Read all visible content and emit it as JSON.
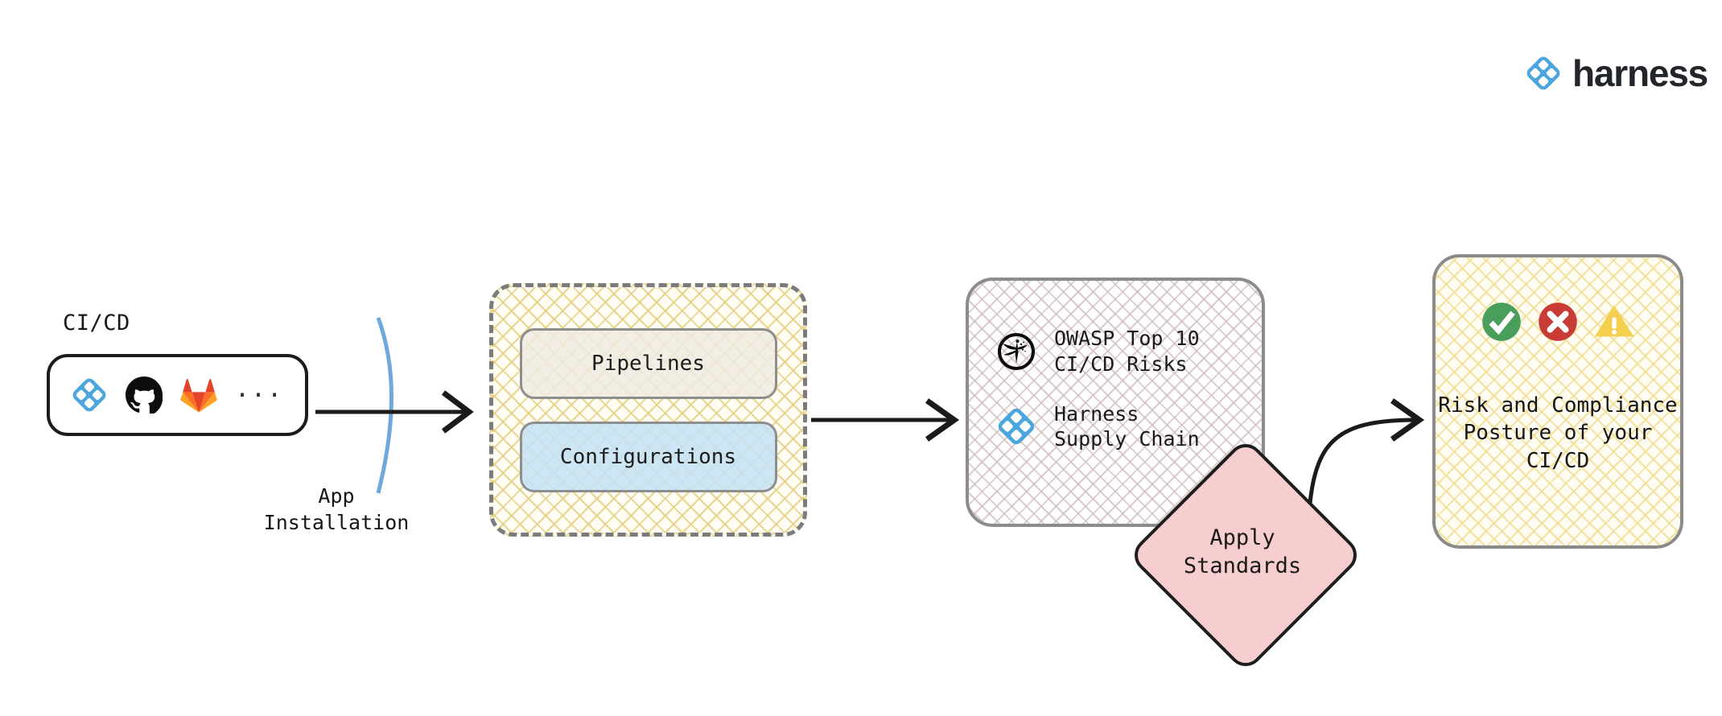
{
  "brand": {
    "name": "harness",
    "logo_icon": "harness-diamond-icon",
    "logo_color": "#4CA6DE",
    "wordmark_color": "#22262A"
  },
  "flow": {
    "source": {
      "caption": "CI/CD",
      "tools": [
        {
          "icon": "harness-diamond-icon",
          "name": "Harness",
          "color": "#4CA6DE"
        },
        {
          "icon": "github-octocat-icon",
          "name": "GitHub",
          "color": "#0D0D0D"
        },
        {
          "icon": "gitlab-tanuki-icon",
          "name": "GitLab",
          "color": "#E24329"
        }
      ],
      "more_label": "..."
    },
    "connector_1": {
      "label": "App\nInstallation",
      "arc_icon": "lens-arc-icon",
      "arc_color": "#6FA8DC",
      "arrow_icon": "arrow-right-icon"
    },
    "stack": {
      "cards": [
        {
          "label": "Pipelines",
          "fill": "#EFEAE3"
        },
        {
          "label": "Configurations",
          "fill": "#C5E2F4"
        }
      ],
      "border_style": "dashed",
      "border_color": "#7B7B7B",
      "hatch_color": "#E4CE7E"
    },
    "connector_2": {
      "arrow_icon": "arrow-right-icon"
    },
    "standards": {
      "items": [
        {
          "icon": "owasp-dragonfly-icon",
          "label": "OWASP Top 10\nCI/CD Risks",
          "color": "#0B0B0B"
        },
        {
          "icon": "harness-diamond-icon",
          "label": "Harness\nSupply Chain",
          "color": "#4CA6DE"
        }
      ],
      "hatch_color": "#CEBABA"
    },
    "action": {
      "label": "Apply\nStandards",
      "shape": "diamond",
      "fill": "#F7CED0",
      "border_color": "#1D1D1D"
    },
    "connector_3": {
      "arrow_icon": "arrow-right-curved-icon"
    },
    "outcome": {
      "status_icons": [
        {
          "icon": "check-circle-icon",
          "name": "pass",
          "color": "#4A9E5C"
        },
        {
          "icon": "x-circle-icon",
          "name": "fail",
          "color": "#C93B36"
        },
        {
          "icon": "warning-triangle-icon",
          "name": "warning",
          "color": "#F5D04E"
        }
      ],
      "label": "Risk and Compliance\nPosture of your\nCI/CD",
      "hatch_color": "#F1DB8B"
    }
  }
}
